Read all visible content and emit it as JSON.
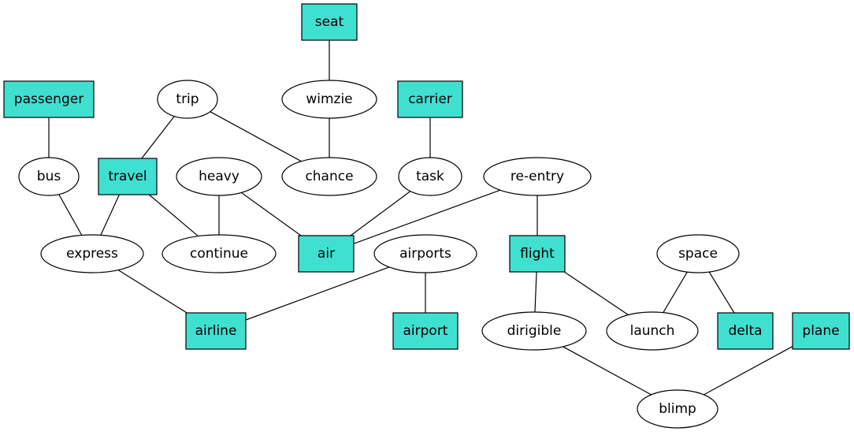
{
  "colors": {
    "accent": "#40e0d0",
    "stroke": "#000000",
    "background": "#ffffff"
  },
  "nodes": [
    {
      "id": "seat",
      "label": "seat",
      "shape": "box"
    },
    {
      "id": "passenger",
      "label": "passenger",
      "shape": "box"
    },
    {
      "id": "trip",
      "label": "trip",
      "shape": "ellipse"
    },
    {
      "id": "wimzie",
      "label": "wimzie",
      "shape": "ellipse"
    },
    {
      "id": "carrier",
      "label": "carrier",
      "shape": "box"
    },
    {
      "id": "bus",
      "label": "bus",
      "shape": "ellipse"
    },
    {
      "id": "travel",
      "label": "travel",
      "shape": "box"
    },
    {
      "id": "heavy",
      "label": "heavy",
      "shape": "ellipse"
    },
    {
      "id": "chance",
      "label": "chance",
      "shape": "ellipse"
    },
    {
      "id": "task",
      "label": "task",
      "shape": "ellipse"
    },
    {
      "id": "reentry",
      "label": "re-entry",
      "shape": "ellipse"
    },
    {
      "id": "express",
      "label": "express",
      "shape": "ellipse"
    },
    {
      "id": "continue",
      "label": "continue",
      "shape": "ellipse"
    },
    {
      "id": "air",
      "label": "air",
      "shape": "box"
    },
    {
      "id": "airports",
      "label": "airports",
      "shape": "ellipse"
    },
    {
      "id": "flight",
      "label": "flight",
      "shape": "box"
    },
    {
      "id": "space",
      "label": "space",
      "shape": "ellipse"
    },
    {
      "id": "airline",
      "label": "airline",
      "shape": "box"
    },
    {
      "id": "airport",
      "label": "airport",
      "shape": "box"
    },
    {
      "id": "dirigible",
      "label": "dirigible",
      "shape": "ellipse"
    },
    {
      "id": "launch",
      "label": "launch",
      "shape": "ellipse"
    },
    {
      "id": "delta",
      "label": "delta",
      "shape": "box"
    },
    {
      "id": "plane",
      "label": "plane",
      "shape": "box"
    },
    {
      "id": "blimp",
      "label": "blimp",
      "shape": "ellipse"
    }
  ],
  "edges": [
    [
      "seat",
      "wimzie"
    ],
    [
      "passenger",
      "bus"
    ],
    [
      "trip",
      "travel"
    ],
    [
      "trip",
      "chance"
    ],
    [
      "wimzie",
      "chance"
    ],
    [
      "carrier",
      "task"
    ],
    [
      "bus",
      "express"
    ],
    [
      "travel",
      "express"
    ],
    [
      "travel",
      "continue"
    ],
    [
      "heavy",
      "continue"
    ],
    [
      "heavy",
      "air"
    ],
    [
      "task",
      "air"
    ],
    [
      "reentry",
      "air"
    ],
    [
      "reentry",
      "flight"
    ],
    [
      "express",
      "airline"
    ],
    [
      "airports",
      "airline"
    ],
    [
      "airports",
      "airport"
    ],
    [
      "flight",
      "dirigible"
    ],
    [
      "flight",
      "launch"
    ],
    [
      "space",
      "launch"
    ],
    [
      "space",
      "delta"
    ],
    [
      "dirigible",
      "blimp"
    ],
    [
      "plane",
      "blimp"
    ]
  ]
}
